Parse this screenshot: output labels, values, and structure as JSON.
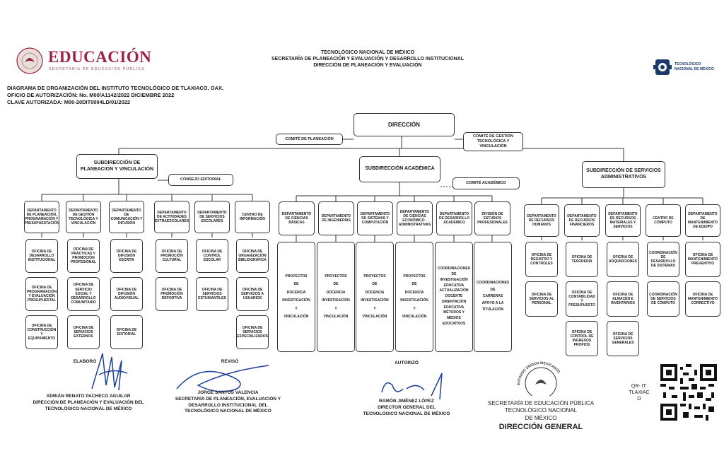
{
  "header": {
    "logo_text": "EDUCACIÓN",
    "logo_sub": "SECRETARÍA DE EDUCACIÓN PÚBLICA",
    "title_lines": [
      "TECNOLÓGICO NACIONAL DE MÉXICO",
      "SECRETARÍA DE PLANEACIÓN Y EVALUACIÓN Y DESARROLLO INSTITUCIONAL",
      "DIRECCIÓN DE PLANEACIÓN Y EVALUACIÓN"
    ],
    "tecnm_logo_text": [
      "TECNOLÓGICO",
      "NACIONAL DE MÉXICO"
    ]
  },
  "info": {
    "line1": "DIAGRAMA DE ORGANIZACIÓN DEL INSTITUTO TECNOLÓGICO DE TLAXIACO, OAX.",
    "line2": "OFICIO DE AUTORIZACIÓN: No. M00/A1142/2022 DICIEMBRE 2022",
    "line3": "CLAVE AUTORIZADA: M00-20DIT0004LD/01/2022"
  },
  "top": {
    "direccion": "DIRECCIÓN",
    "comite_planeacion": "COMITÉ DE PLANEACIÓN",
    "comite_gestion": "COMITÉ DE GESTIÓN TECNOLÓGICA Y VINCULACIÓN"
  },
  "subdirecciones": {
    "planeacion": "SUBDIRECCIÓN DE PLANEACIÓN Y VINCULACIÓN",
    "academica": "SUBDIRECCIÓN ACADÉMICA",
    "servicios": "SUBDIRECCIÓN DE SERVICIOS ADMINISTRATIVOS",
    "consejo_editorial": "CONSEJO EDITORIAL",
    "comite_academico": "COMITÉ ACADÉMICO"
  },
  "planeacion_deps": [
    {
      "name": "DEPARTAMENTO DE PLANEACIÓN, PROGRAMACIÓN Y PRESUPUESTACIÓN",
      "offices": [
        "OFICINA DE DESARROLLO INSTITUCIONAL",
        "OFICINA DE PROGRAMACIÓN Y EVALUACIÓN PRESUPUESTAL",
        "OFICINA DE CONSTRUCCIÓN Y EQUIPAMIENTO"
      ]
    },
    {
      "name": "DEPARTAMENTO DE GESTIÓN TECNOLÓGICA Y VINCULACIÓN",
      "offices": [
        "OFICINA DE PRÁCTICAS Y PROMOCIÓN PROFESIONAL",
        "OFICINA DE SERVICIO SOCIAL Y DESARROLLO COMUNITARIO",
        "OFICINA DE SERVICIOS EXTERNOS"
      ]
    },
    {
      "name": "DEPARTAMENTO DE COMUNICACIÓN Y DIFUSIÓN",
      "offices": [
        "OFICINA DE DIFUSIÓN ESCRITA",
        "OFICINA DE DIFUSIÓN AUDIOVISUAL",
        "OFICINA DE EDITORIAL"
      ]
    },
    {
      "name": "DEPARTAMENTO DE ACTIVIDADES EXTRAESCOLARES",
      "offices": [
        "OFICINA DE PROMOCIÓN CULTURAL",
        "OFICINA DE PROMOCIÓN DEPORTIVA"
      ]
    },
    {
      "name": "DEPARTAMENTO DE SERVICIOS ESCOLARES",
      "offices": [
        "OFICINA DE CONTROL ESCOLAR",
        "OFICINA DE SERVICIOS ESTUDIANTILES"
      ]
    },
    {
      "name": "CENTRO DE INFORMACIÓN",
      "offices": [
        "OFICINA DE ORGANIZACIÓN BIBLIOGRÁFICA",
        "OFICINA DE SERVICIOS A USUARIOS",
        "OFICINA DE SERVICIOS ESPECIALIZADOS"
      ]
    }
  ],
  "academica_deps": [
    {
      "name": "DEPARTAMENTO DE CIENCIAS BÁSICAS",
      "tall": "PROYECTOS\nDE\nDOCENCIA\nINVESTIGACIÓN\nY\nVINCULACIÓN"
    },
    {
      "name": "DEPARTAMENTO DE INGENIERÍAS",
      "tall": "PROYECTOS\nDE\nDOCENCIA\nINVESTIGACIÓN\nY\nVINCULACIÓN"
    },
    {
      "name": "DEPARTAMENTO DE SISTEMAS Y COMPUTACIÓN",
      "tall": "PROYECTOS\nDE\nDOCENCIA\nINVESTIGACIÓN\nY\nVINCULACIÓN"
    },
    {
      "name": "DEPARTAMENTO DE CIENCIAS ECONÓMICO - ADMINISTRATIVAS",
      "tall": "PROYECTOS\nDE\nDOCENCIA\nINVESTIGACIÓN\nY\nVINCULACIÓN"
    },
    {
      "name": "DEPARTAMENTO DE DESARROLLO ACADÉMICO",
      "tall": "COORDINACIONES\nDE\nINVESTIGACIÓN EDUCATIVA\nACTUALIZACIÓN DOCENTE\nORIENTACIÓN EDUCATIVA\nMÉTODOS Y MEDIOS EDUCATIVOS"
    },
    {
      "name": "DIVISIÓN DE ESTUDIOS PROFESIONALES",
      "tall": "COORDINACIONES\nDE\nCARRERAS\nAPOYO A LA TITULACIÓN"
    }
  ],
  "servicios_deps": [
    {
      "name": "DEPARTAMENTO DE RECURSOS HUMANOS",
      "offices": [
        "OFICINA DE REGISTRO Y CONTROLES",
        "OFICINA DE SERVICIOS AL PERSONAL"
      ]
    },
    {
      "name": "DEPARTAMENTO DE RECURSOS FINANCIEROS",
      "offices": [
        "OFICINA DE TESORERÍA",
        "OFICINA DE CONTABILIDAD Y PRESUPUESTO",
        "OFICINA DE CONTROL DE INGRESOS PROPIOS"
      ]
    },
    {
      "name": "DEPARTAMENTO DE RECURSOS MATERIALES Y SERVICIOS",
      "offices": [
        "OFICINA DE ADQUISICIONES",
        "OFICINA DE ALMACÉN E INVENTARIOS",
        "OFICINA DE SERVICIOS GENERALES"
      ]
    },
    {
      "name": "CENTRO DE CÓMPUTO",
      "offices": [
        "COORDINACIÓN DE DESARROLLO DE SISTEMAS",
        "COORDINACIÓN DE SERVICIOS DE CÓMPUTO"
      ]
    },
    {
      "name": "DEPARTAMENTO DE MANTENIMIENTO DE EQUIPO",
      "offices": [
        "OFICINA DE MANTENIMIENTO PREVENTIVO",
        "OFICINA DE MANTENIMIENTO CORRECTIVO"
      ]
    }
  ],
  "signatures": {
    "elaboro_label": "ELABORÓ",
    "elaboro_lines": [
      "ADRIÁN RENATO PACHECO AGUILAR",
      "DIRECCIÓN DE PLANEACIÓN Y EVALUACIÓN DEL",
      "TECNOLÓGICO NACIONAL DE MÉXICO"
    ],
    "reviso_label": "REVISÓ",
    "reviso_lines": [
      "JORGE SANTOS VALENCIA",
      "SECRETARÍA DE PLANEACIÓN, EVALUACIÓN Y",
      "DESARROLLO INSTITUCIONAL DEL",
      "TECNOLÓGICO NACIONAL DE MÉXICO"
    ],
    "autorizo_label": "AUTORIZÓ",
    "autorizo_lines": [
      "RAMÓN JIMÉNEZ LÓPEZ",
      "DIRECTOR GENERAL DEL",
      "TECNOLÓGICO NACIONAL DE MÉXICO"
    ],
    "seal_lines": [
      "SECRETARÍA DE EDUCACIÓN PÚBLICA",
      "TECNOLÓGICO NACIONAL",
      "DE MÉXICO"
    ],
    "seal_big": "DIRECCIÓN GENERAL",
    "seal_ring_text": "ESTADOS UNIDOS MEXICANOS",
    "qr_lines": [
      "QR- IT.",
      "TLAXIAC",
      "O"
    ]
  },
  "colors": {
    "educacion_brand": "#9d2449",
    "tecnm_blue": "#1b3a6b",
    "signature_blue": "#1d3f9c"
  }
}
